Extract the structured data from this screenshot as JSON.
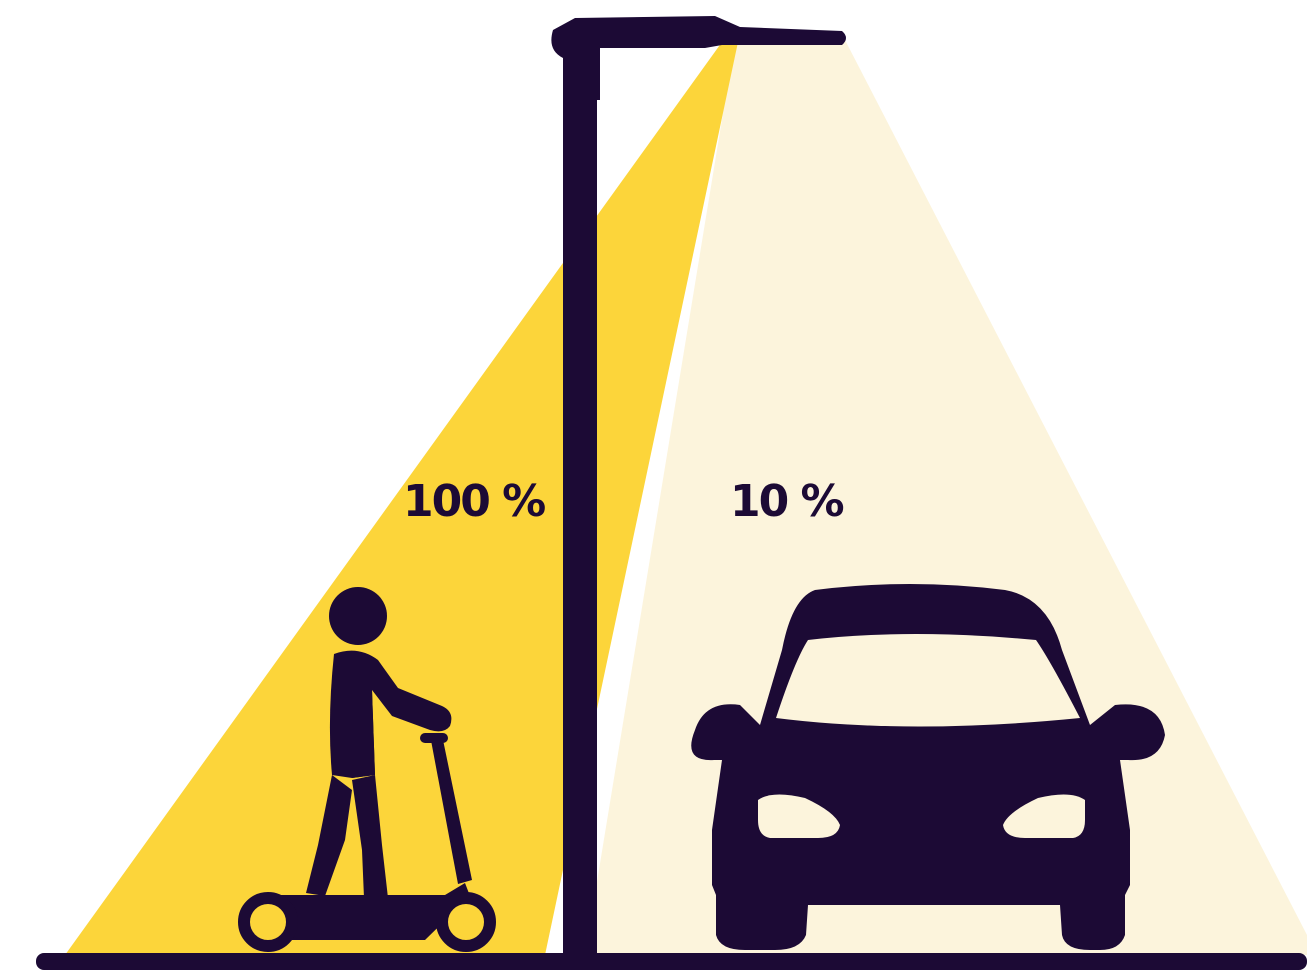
{
  "labels": {
    "pedestrian_zone_level": "100 %",
    "road_zone_level": "10 %"
  },
  "light_levels": {
    "pedestrian_zone_percent": 100,
    "road_zone_percent": 10
  },
  "colors": {
    "ink": "#1c0a35",
    "beam_strong": "#fcd53a",
    "beam_weak": "#fcf4dc",
    "background": "#ffffff"
  },
  "icons": [
    "street-lamp-icon",
    "scooter-rider-icon",
    "car-icon"
  ]
}
